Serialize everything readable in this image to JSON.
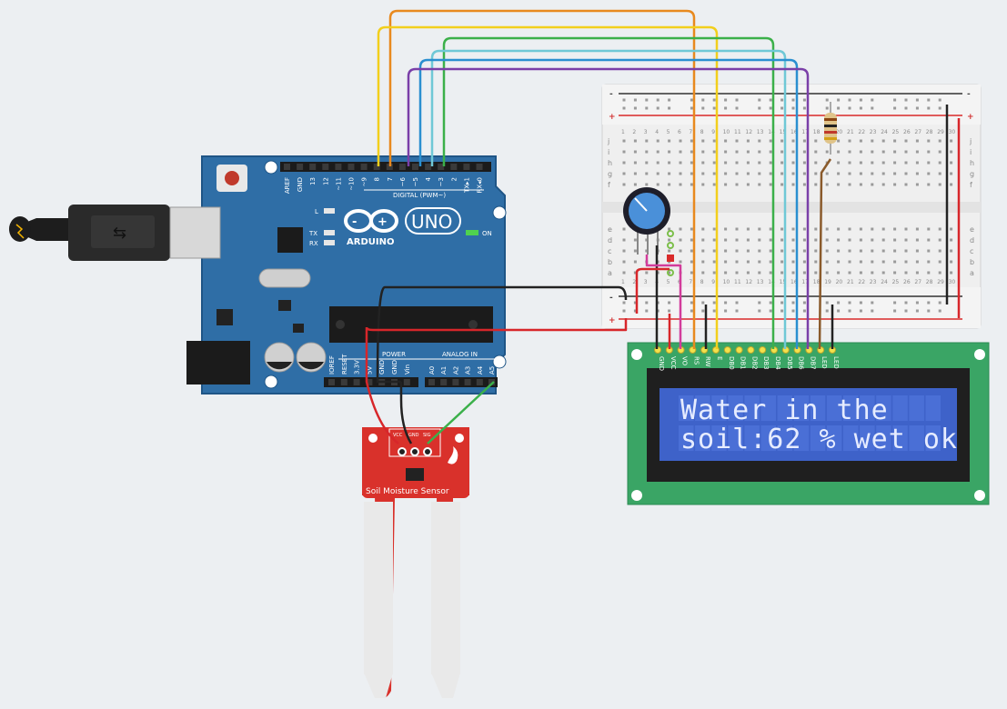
{
  "arduino": {
    "brand": "ARDUINO",
    "model": "UNO",
    "digital_header": "DIGITAL (PWM~)",
    "power_header": "POWER",
    "analog_header": "ANALOG IN",
    "on_label": "ON",
    "led_labels": [
      "L",
      "TX",
      "RX"
    ],
    "digital_pins": [
      "AREF",
      "GND",
      "13",
      "12",
      "~11",
      "~10",
      "~9",
      "8",
      "7",
      "~6",
      "~5",
      "4",
      "~3",
      "2",
      "TX▸1",
      "RX◂0"
    ],
    "power_pins": [
      "IOREF",
      "RESET",
      "3.3V",
      "5V",
      "GND",
      "GND",
      "Vin"
    ],
    "analog_pins": [
      "A0",
      "A1",
      "A2",
      "A3",
      "A4",
      "A5"
    ]
  },
  "sensor": {
    "label": "Soil Moisture Sensor",
    "pins": [
      "VCC",
      "GND",
      "SIG"
    ]
  },
  "lcd": {
    "line1": "Water in the",
    "line2": "soil:62 % wet ok",
    "pins": [
      "GND",
      "VCC",
      "VO",
      "RS",
      "RW",
      "E",
      "DB0",
      "DB1",
      "DB2",
      "DB3",
      "DB4",
      "DB5",
      "DB6",
      "DB7",
      "LED",
      "LED"
    ]
  },
  "breadboard": {
    "column_numbers": [
      "1",
      "2",
      "3",
      "4",
      "5",
      "6",
      "7",
      "8",
      "9",
      "10",
      "11",
      "12",
      "13",
      "14",
      "15",
      "16",
      "17",
      "18",
      "19",
      "20",
      "21",
      "22",
      "23",
      "24",
      "25",
      "26",
      "27",
      "28",
      "29",
      "30"
    ],
    "top_rows": [
      "j",
      "i",
      "h",
      "g",
      "f"
    ],
    "bottom_rows": [
      "e",
      "d",
      "c",
      "b",
      "a"
    ],
    "rail_plus": "+",
    "rail_minus": "-"
  },
  "colors": {
    "board": "#2f6ea6",
    "board_edge": "#1f5586",
    "lcd_pcb": "#3aa565",
    "lcd_screen": "#3e62c9",
    "sensor": "#d9312b",
    "wire_orange": "#e8891e",
    "wire_yellow": "#f2cf1c",
    "wire_green": "#3bb04a",
    "wire_teal": "#6fc8d6",
    "wire_blue": "#2a8fd0",
    "wire_purple": "#7a3fa8",
    "wire_red": "#d7262a",
    "wire_black": "#222222",
    "wire_magenta": "#d23c9b",
    "wire_brown": "#8a5a2b"
  }
}
